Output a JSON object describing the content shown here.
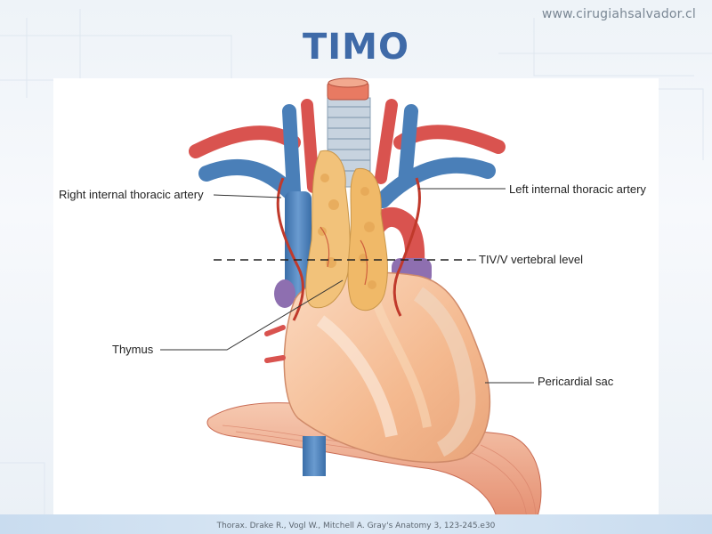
{
  "header": {
    "website": "www.cirugiahsalvador.cl",
    "title": "TIMO"
  },
  "labels": {
    "right_internal_thoracic_artery": "Right internal thoracic artery",
    "left_internal_thoracic_artery": "Left internal thoracic artery",
    "vertebral_level": "TIV/V vertebral level",
    "thymus": "Thymus",
    "pericardial_sac": "Pericardial sac"
  },
  "footer": {
    "citation": "Thorax. Drake R., Vogl W., Mitchell A. Gray's Anatomy 3, 123-245.e30"
  },
  "colors": {
    "title": "#3f6aa8",
    "artery": "#d9534f",
    "vein": "#4a7fb8",
    "thymus": "#f2c27a",
    "pericardium": "#f7c8a8",
    "trachea": "#b8c7d6"
  }
}
